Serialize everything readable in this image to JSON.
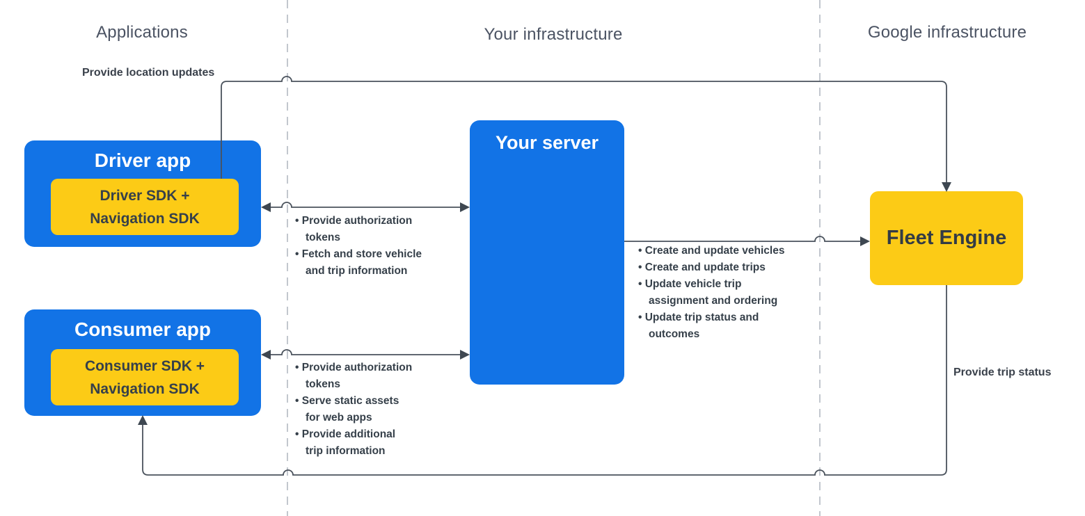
{
  "colors": {
    "node_blue": "#1273E6",
    "node_yellow": "#FCCB16",
    "connector": "#4A525C",
    "lane_divider": "#C2C7CE",
    "text_dark": "#36404A",
    "heading_gray": "#4B5363",
    "text_on_blue": "#FFFFFF"
  },
  "lanes": {
    "applications": "Applications",
    "your_infrastructure": "Your infrastructure",
    "google_infrastructure": "Google infrastructure"
  },
  "nodes": {
    "driver_app": {
      "title": "Driver app",
      "sdk": "Driver SDK +\nNavigation SDK"
    },
    "consumer_app": {
      "title": "Consumer app",
      "sdk": "Consumer SDK +\nNavigation SDK"
    },
    "your_server": {
      "title": "Your server"
    },
    "fleet_engine": {
      "title": "Fleet Engine"
    }
  },
  "edges": {
    "location_updates_label": "Provide location updates",
    "trip_status_label": "Provide trip status",
    "driver_server_items": [
      "Provide authorization\ntokens",
      "Fetch and store vehicle\nand trip information"
    ],
    "consumer_server_items": [
      "Provide authorization\ntokens",
      "Serve static assets\nfor web apps",
      "Provide additional\ntrip information"
    ],
    "server_fleet_items": [
      "Create and update vehicles",
      "Create and update trips",
      "Update vehicle trip\nassignment and ordering",
      "Update trip status and\noutcomes"
    ]
  }
}
